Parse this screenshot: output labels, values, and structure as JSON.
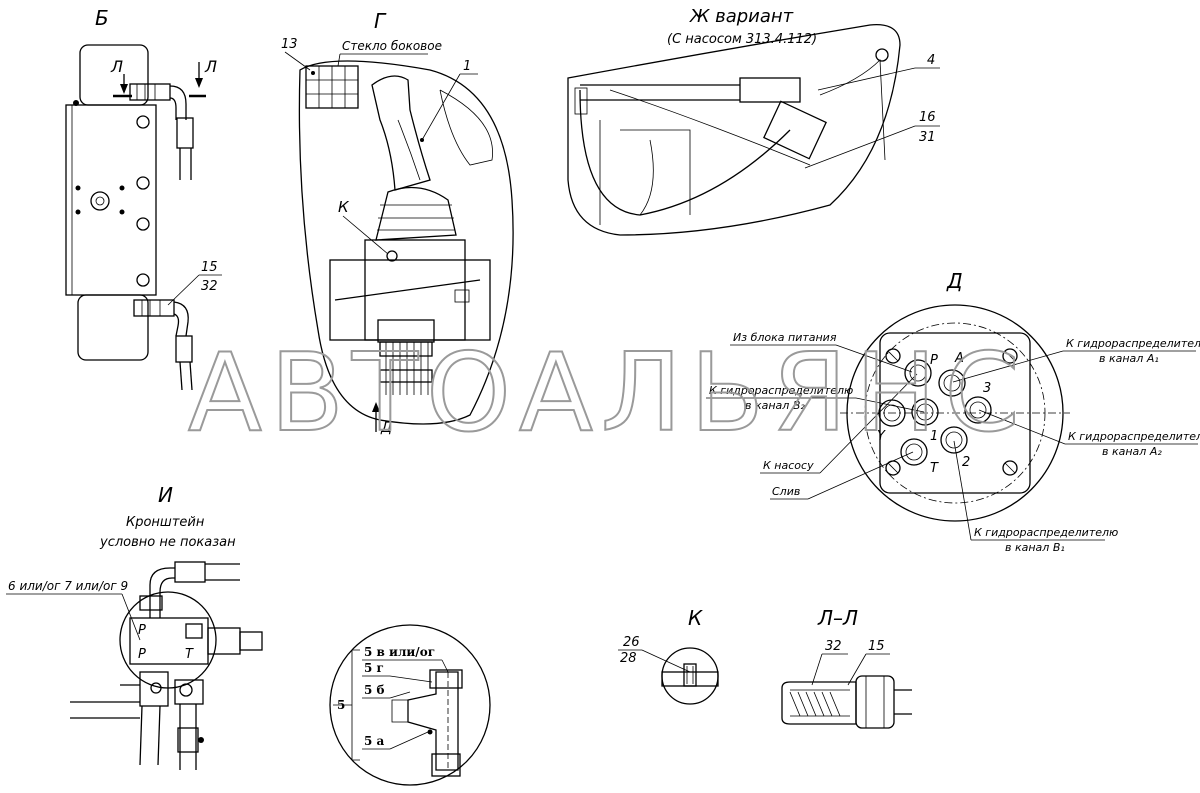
{
  "watermark": "АВТОАЛЬЯНС",
  "views": {
    "b": "Б",
    "g": "Г",
    "zh": "Ж вариант",
    "zh_sub": "(С насосом 313.4.112)",
    "d": "Д",
    "i": "И",
    "k": "К",
    "ll": "Л–Л"
  },
  "section_marks": {
    "l_left": "Л",
    "l_right": "Л",
    "k_mark": "К",
    "d_arrow": "Д"
  },
  "captions": {
    "steklo": "Стекло боковое",
    "bracket_1": "Кронштейн",
    "bracket_2": "условно не показан"
  },
  "callouts": {
    "n13": "13",
    "n1": "1",
    "n4": "4",
    "n16": "16",
    "n31": "31",
    "n15": "15",
    "n32": "32",
    "n26": "26",
    "n28": "28",
    "n15b": "15",
    "n32b": "32",
    "n6_7_9": "6 или/ог 7 или/ог 9"
  },
  "d_labels": {
    "iz_bloka": "Из блока питания",
    "k_gr_b2_1": "К гидрораспределителю",
    "k_gr_b2_2": "в канал В₂",
    "k_nasosu": "К насосу",
    "sliv": "Слив",
    "k_gr_a1_1": "К гидрораспределителю",
    "k_gr_a1_2": "в канал А₁",
    "k_gr_a2_1": "К гидрораспределителю",
    "k_gr_a2_2": "в канал А₂",
    "k_gr_b1_1": "К гидрораспределителю",
    "k_gr_b1_2": "в канал В₁"
  },
  "d_ports": {
    "p": "P",
    "a": "A",
    "n3": "3",
    "y": "Y",
    "n1": "1",
    "t": "T",
    "n2": "2"
  },
  "i_ports": {
    "p1": "P",
    "p2": "P",
    "t": "T"
  },
  "detail5": {
    "total": "5",
    "v": "5 в или/ог",
    "g": "5 г",
    "b": "5 б",
    "a": "5 а"
  }
}
